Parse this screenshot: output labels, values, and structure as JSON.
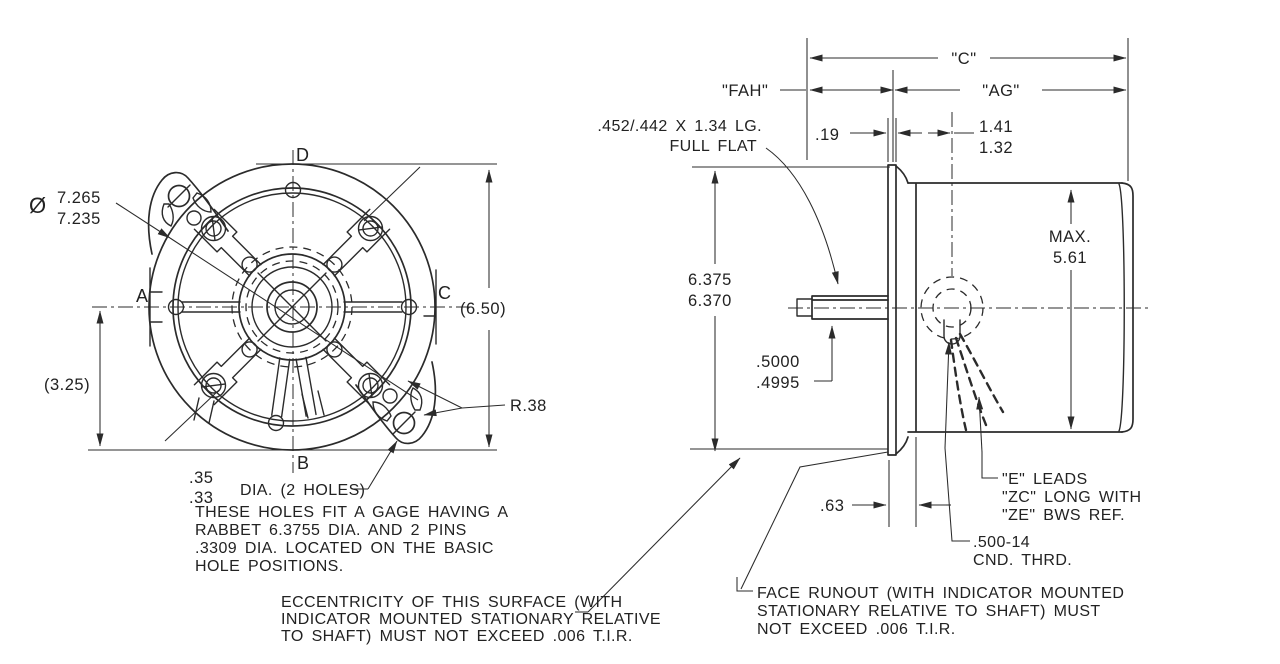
{
  "front_view": {
    "axis": {
      "a": "A",
      "b": "B",
      "c": "C",
      "d": "D"
    },
    "dia_symbol": "Ø",
    "dia": [
      "7.265",
      "7.235"
    ],
    "overall": "(6.50)",
    "half": "(3.25)",
    "radius": "R.38",
    "holes": [
      ".35",
      ".33"
    ],
    "holes_label": "DIA. (2 HOLES)",
    "gage_note": [
      "THESE HOLES FIT A GAGE HAVING A",
      "RABBET 6.3755 DIA. AND 2 PINS",
      ".3309 DIA. LOCATED ON THE BASIC",
      "HOLE POSITIONS."
    ]
  },
  "side_view": {
    "dim_c": "\"C\"",
    "dim_fah": "\"FAH\"",
    "dim_ag": "\"AG\"",
    "dim_flange": ".19",
    "dim_conduit": [
      "1.41",
      "1.32"
    ],
    "flat_note": [
      ".452/.442 X 1.34 LG.",
      "FULL FLAT"
    ],
    "rabbet_dia": [
      "6.375",
      "6.370"
    ],
    "body_max": [
      "MAX.",
      "5.61"
    ],
    "shaft_dia": [
      ".5000",
      ".4995"
    ],
    "dim_boss": ".63",
    "leads_note": [
      "\"E\" LEADS",
      "\"ZC\" LONG WITH",
      "\"ZE\" BWS REF."
    ],
    "thread_note": [
      ".500-14",
      "CND. THRD."
    ]
  },
  "notes": {
    "eccentricity": [
      "ECCENTRICITY OF THIS SURFACE (WITH",
      "INDICATOR MOUNTED STATIONARY RELATIVE",
      "TO SHAFT) MUST NOT EXCEED .006 T.I.R."
    ],
    "face_runout": [
      "FACE RUNOUT (WITH INDICATOR MOUNTED",
      "STATIONARY RELATIVE TO SHAFT) MUST",
      "NOT EXCEED .006 T.I.R."
    ]
  },
  "colors": {
    "line": "#2b2b2b",
    "background": "#ffffff"
  }
}
